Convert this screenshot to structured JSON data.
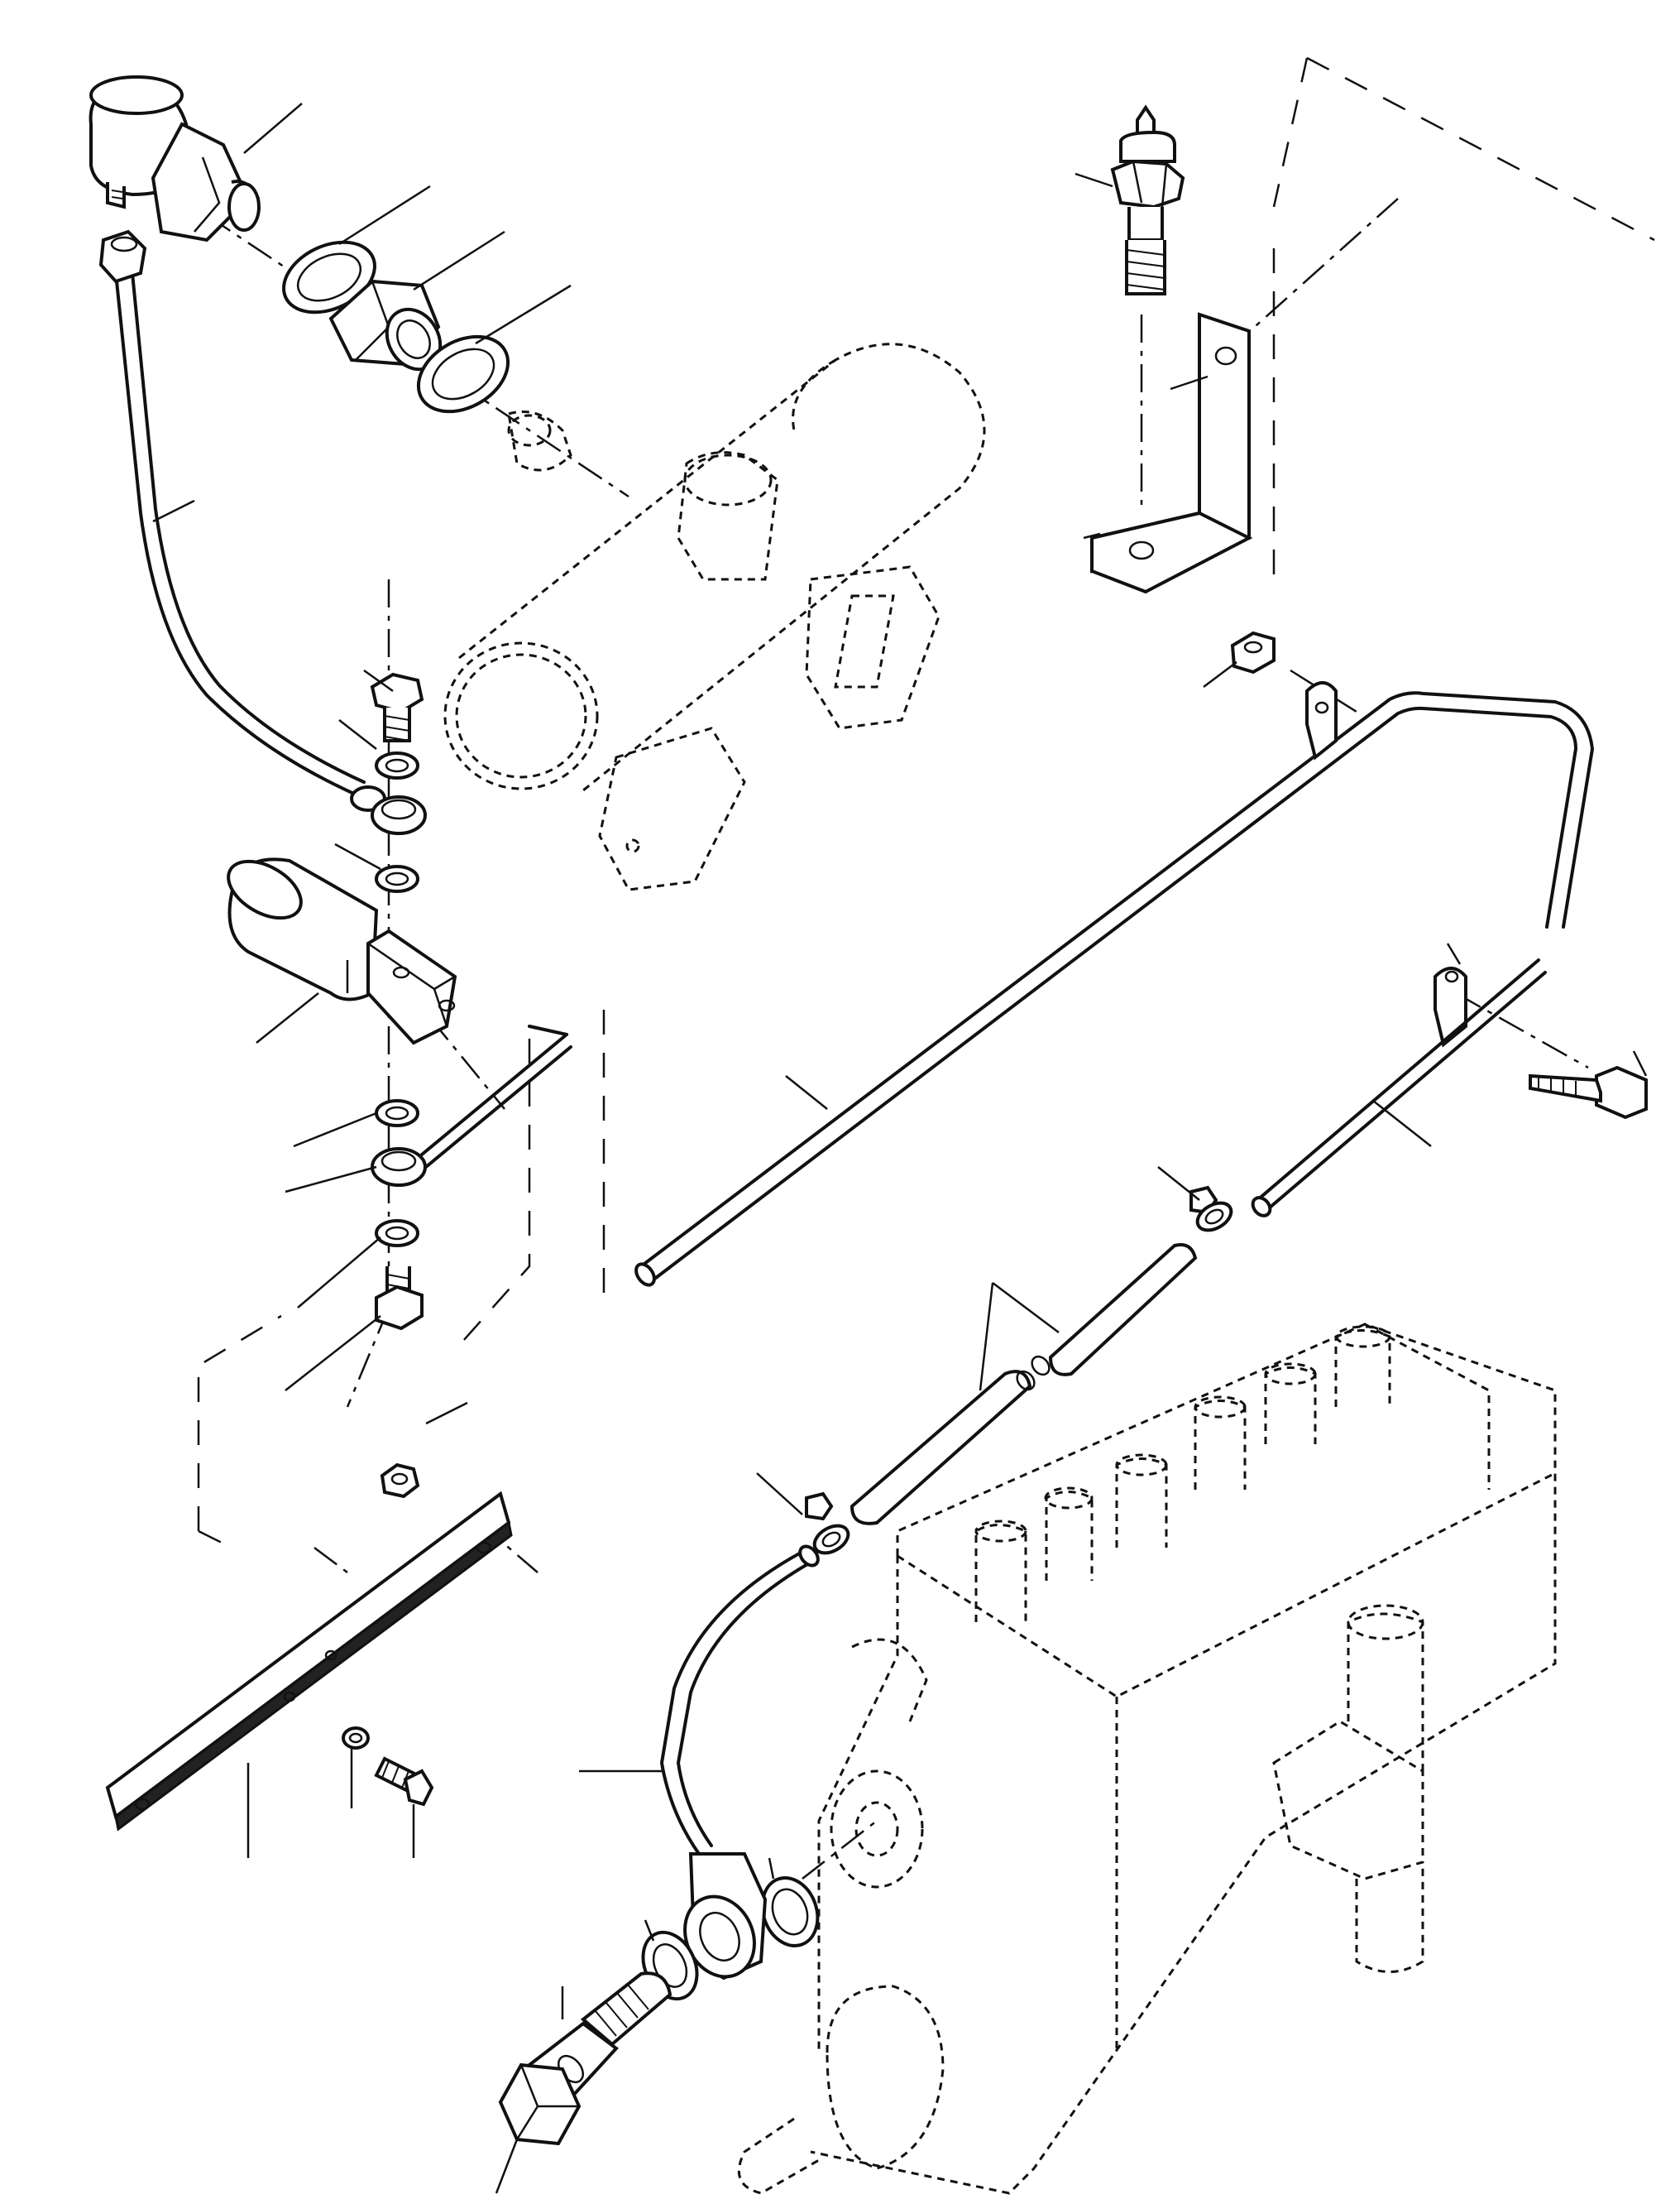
{
  "diagram": {
    "parts": [
      "oil-pressure-sender",
      "sealing-washer-upper",
      "adapter-nut",
      "sealing-washer-lower",
      "oil-pipe-upper",
      "banjo-bolt-upper",
      "washer-upper",
      "banjo-fitting-upper",
      "washer-lower-upper",
      "oil-filter-body",
      "washer-middle",
      "banjo-fitting-middle",
      "washer-middle-lower",
      "banjo-bolt-middle",
      "temperature-sender",
      "mounting-bracket-l",
      "nut-upper-right",
      "oil-line-long",
      "support-clip",
      "hex-bolt-right",
      "oil-line-lower",
      "pipe-clamp-upper",
      "rubber-hose",
      "pipe-clamp-lower",
      "oil-pipe-lower",
      "sealing-washer-pump",
      "banjo-fitting-pump",
      "sealing-washer-pump-outer",
      "hollow-bolt-pump",
      "mounting-plate",
      "nut-plate",
      "washer-plate",
      "screw-plate",
      "fuel-injection-pump"
    ]
  }
}
